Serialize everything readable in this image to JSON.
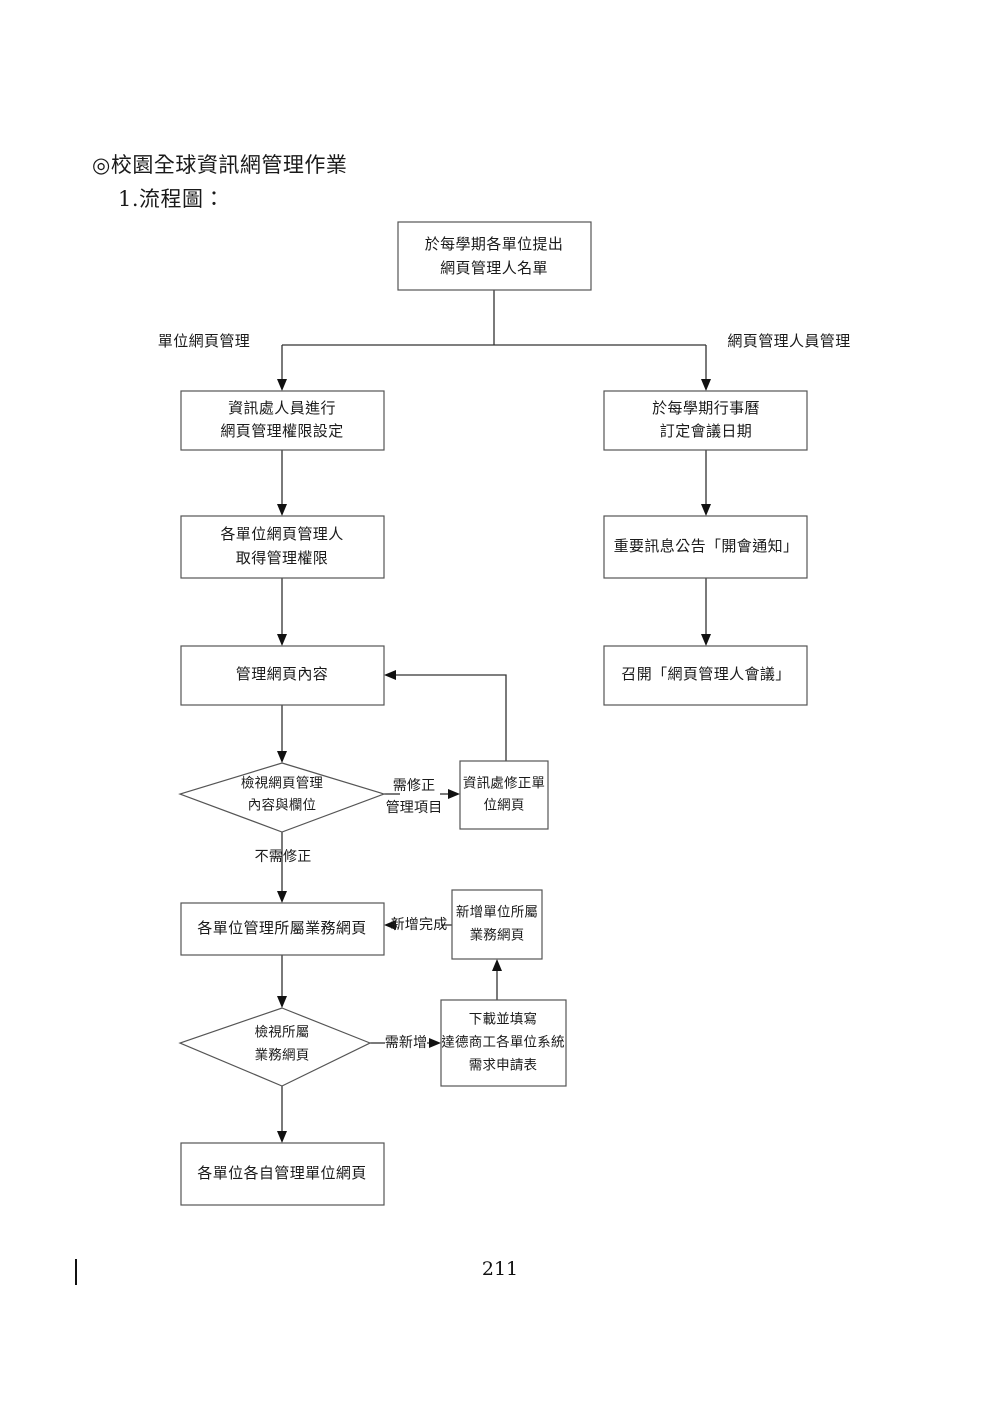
{
  "document": {
    "heading": "◎校園全球資訊網管理作業",
    "subheading": "1.流程圖：",
    "page_number": "211"
  },
  "chart_data": {
    "type": "diagram",
    "title": "校園全球資訊網管理作業 流程圖",
    "branches": {
      "left_label": "單位網頁管理",
      "right_label": "網頁管理人員管理"
    },
    "nodes": {
      "start": {
        "shape": "box",
        "line1": "於每學期各單位提出",
        "line2": "網頁管理人名單"
      },
      "left1": {
        "shape": "box",
        "line1": "資訊處人員進行",
        "line2": "網頁管理權限設定"
      },
      "left2": {
        "shape": "box",
        "line1": "各單位網頁管理人",
        "line2": "取得管理權限"
      },
      "left3": {
        "shape": "box",
        "line1": "管理網頁內容"
      },
      "decision1": {
        "shape": "diamond",
        "line1": "檢視網頁管理",
        "line2": "內容與欄位"
      },
      "fix": {
        "shape": "box",
        "line1": "資訊處修正單",
        "line2": "位網頁"
      },
      "left4": {
        "shape": "box",
        "line1": "各單位管理所屬業務網頁"
      },
      "decision2": {
        "shape": "diamond",
        "line1": "檢視所屬",
        "line2": "業務網頁"
      },
      "add": {
        "shape": "box",
        "line1": "新增單位所屬",
        "line2": "業務網頁"
      },
      "form": {
        "shape": "box",
        "line1": "下載並填寫",
        "line2": "達德商工各單位系統",
        "line3": "需求申請表"
      },
      "left5": {
        "shape": "box",
        "line1": "各單位各自管理單位網頁"
      },
      "right1": {
        "shape": "box",
        "line1": "於每學期行事曆",
        "line2": "訂定會議日期"
      },
      "right2": {
        "shape": "box",
        "line1": "重要訊息公告「開會通知」"
      },
      "right3": {
        "shape": "box",
        "line1": "召開「網頁管理人會議」"
      }
    },
    "edge_labels": {
      "need_fix_1": "需修正",
      "need_fix_2": "管理項目",
      "no_fix": "不需修正",
      "add_done": "新增完成",
      "need_add": "需新增"
    },
    "colors": {
      "shape_stroke": "#555555",
      "connector": "#333333",
      "text": "#1a1a1a",
      "background": "#ffffff"
    }
  }
}
